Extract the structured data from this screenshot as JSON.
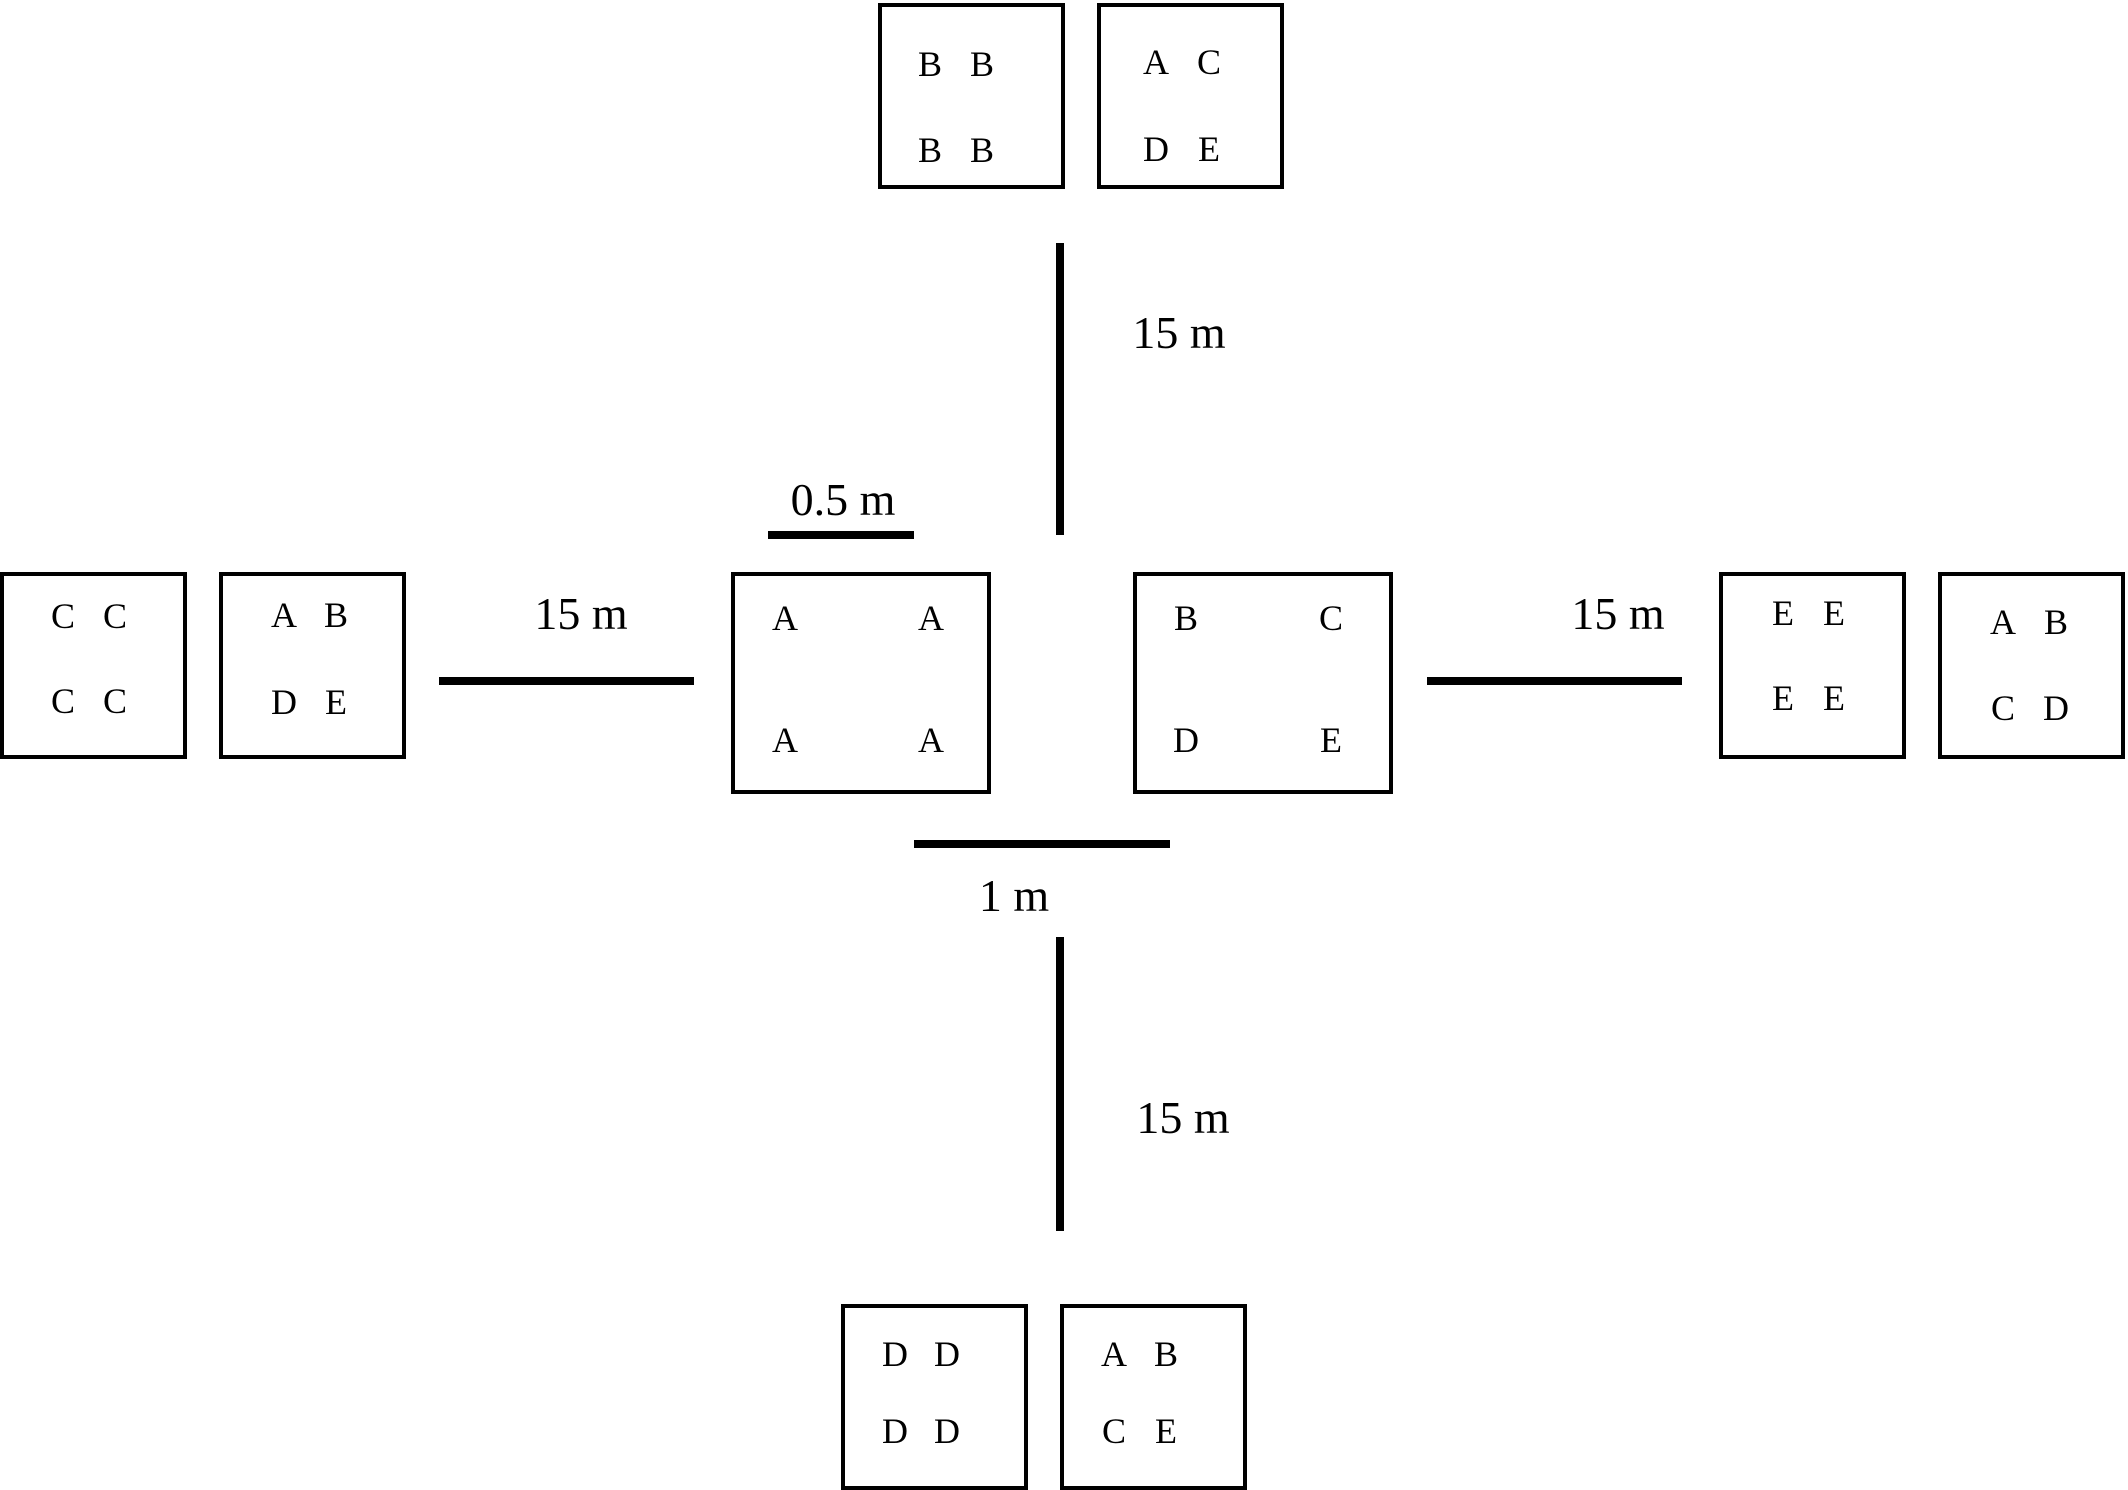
{
  "plots": {
    "center_left": {
      "labels": [
        "A",
        "A",
        "A",
        "A"
      ]
    },
    "center_right": {
      "labels": [
        "B",
        "C",
        "D",
        "E"
      ]
    },
    "top_left": {
      "labels": [
        "B",
        "B",
        "B",
        "B"
      ]
    },
    "top_right": {
      "labels": [
        "A",
        "C",
        "D",
        "E"
      ]
    },
    "left_outer": {
      "labels": [
        "C",
        "C",
        "C",
        "C"
      ]
    },
    "left_inner": {
      "labels": [
        "A",
        "B",
        "D",
        "E"
      ]
    },
    "right_inner": {
      "labels": [
        "E",
        "E",
        "E",
        "E"
      ]
    },
    "right_outer": {
      "labels": [
        "A",
        "B",
        "C",
        "D"
      ]
    },
    "bottom_left": {
      "labels": [
        "D",
        "D",
        "D",
        "D"
      ]
    },
    "bottom_right": {
      "labels": [
        "A",
        "B",
        "C",
        "E"
      ]
    }
  },
  "distances": {
    "top": "15 m",
    "left": "15 m",
    "right": "15 m",
    "bottom": "15 m",
    "plot_width": "0.5 m",
    "plot_gap": "1 m"
  }
}
